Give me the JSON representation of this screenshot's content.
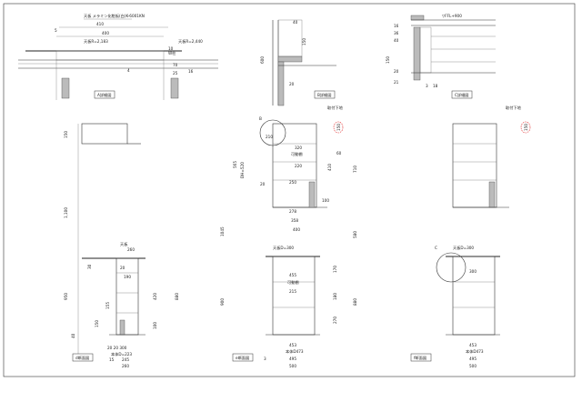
{
  "a_detail": {
    "note": "天板 メラミン化粧板(白)K-6001KN",
    "d410": "410",
    "d5": "5",
    "d400": "400",
    "tenban_left": "天板R=2,183",
    "tenban_right": "天板R=2,440",
    "s10": "10",
    "s70": "70",
    "s25": "25",
    "s4": "4",
    "s16": "16",
    "w_mark": "W柱",
    "label": "A詳細図"
  },
  "b_detail": {
    "d40": "40",
    "d150": "150",
    "d600": "600",
    "d20": "20",
    "label": "B詳細図"
  },
  "c_detail": {
    "ffl": "▽FFL+900",
    "d16": "16",
    "d36": "36",
    "d40": "40",
    "d20": "20",
    "d21": "21",
    "d150": "150",
    "d3": "3",
    "d18": "18",
    "label": "C詳細図"
  },
  "d_elev": {
    "d150": "150",
    "d1100": "1,100",
    "tenban": "天板",
    "w260": "260",
    "d20": "20",
    "d190": "190",
    "d155": "155",
    "d950": "950",
    "d30": "30",
    "d420": "420",
    "d150b": "150",
    "d100": "100",
    "d40": "40",
    "d880": "880",
    "dim_300": "20 20 300",
    "body_223": "本体D=223",
    "d15": "15",
    "d245": "245",
    "d260": "260",
    "label": "d断面図"
  },
  "e_elev": {
    "bubble": "B",
    "d210": "210",
    "d320": "320",
    "d220": "220",
    "d250": "250",
    "d20": "20",
    "d100": "100",
    "d278": "278",
    "d358": "358",
    "d400": "400",
    "d565": "565",
    "dh": "DH=520",
    "d60": "60",
    "d410": "410",
    "d710": "710",
    "d1045": "1045",
    "d580": "580",
    "tenban_d": "天板D=300",
    "d170": "170",
    "d900": "900",
    "d455": "455",
    "d180": "180",
    "d270": "270",
    "d215": "215",
    "d880": "880",
    "kadou": "可動棚",
    "d453": "453",
    "body_473": "本体D473",
    "d500": "500",
    "d3": "3",
    "d495": "495",
    "label": "e断面図"
  },
  "f_elev": {
    "toritsuke": "取付下地",
    "bubble": "C",
    "d150": "150",
    "d300": "300",
    "label": "f断面図"
  },
  "e_top": {
    "toritsuke": "取付下地",
    "d150": "150"
  }
}
